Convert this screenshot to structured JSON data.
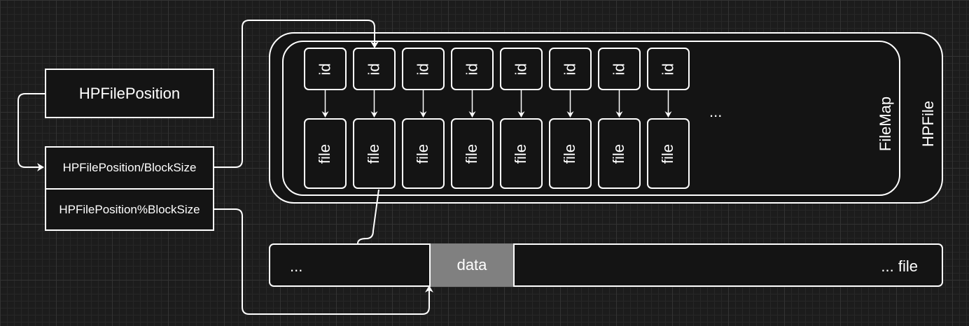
{
  "position_box": {
    "title": "HPFilePosition",
    "block_index": "HPFilePosition/BlockSize",
    "block_offset": "HPFilePosition%BlockSize"
  },
  "hpfile": {
    "label": "HPFile",
    "filemap": {
      "label": "FileMap",
      "id_label": "id",
      "file_label": "file",
      "columns": 8,
      "ellipsis": "..."
    }
  },
  "file_bar": {
    "left": "...",
    "data": "data",
    "right": "... file"
  },
  "colors": {
    "background": "#1c1c1c",
    "box_fill": "#141414",
    "stroke": "#ffffff",
    "data_fill": "#808080"
  }
}
